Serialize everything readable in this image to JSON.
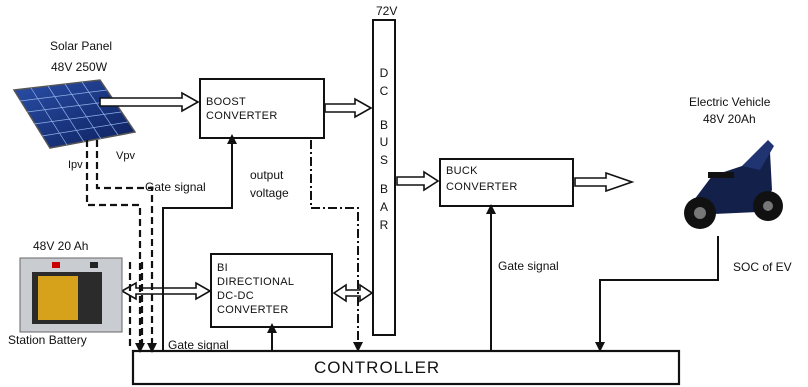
{
  "components": {
    "solar_panel": {
      "title": "Solar Panel",
      "rating": "48V 250W"
    },
    "boost_converter": {
      "line1": "BOOST",
      "line2": "CONVERTER"
    },
    "dc_bus_bar": {
      "letters": [
        "D",
        "C",
        "B",
        "U",
        "S",
        "B",
        "A",
        "R"
      ],
      "voltage": "72V"
    },
    "buck_converter": {
      "line1": "BUCK",
      "line2": "CONVERTER"
    },
    "bidirectional_converter": {
      "line1": "BI",
      "line2": "DIRECTIONAL",
      "line3": "DC-DC",
      "line4": "CONVERTER"
    },
    "controller": {
      "label": "CONTROLLER"
    },
    "electric_vehicle": {
      "title": "Electric Vehicle",
      "rating": "48V 20Ah"
    },
    "station_battery": {
      "title": "Station Battery",
      "rating": "48V 20 Ah"
    }
  },
  "signals": {
    "ipv": "Ipv",
    "vpv": "Vpv",
    "gate_signal_boost": "Gate signal",
    "output_voltage_line1": "output",
    "output_voltage_line2": "voltage",
    "gate_signal_bidirectional": "Gate signal",
    "gate_signal_buck": "Gate signal",
    "soc_ev": "SOC of EV"
  }
}
